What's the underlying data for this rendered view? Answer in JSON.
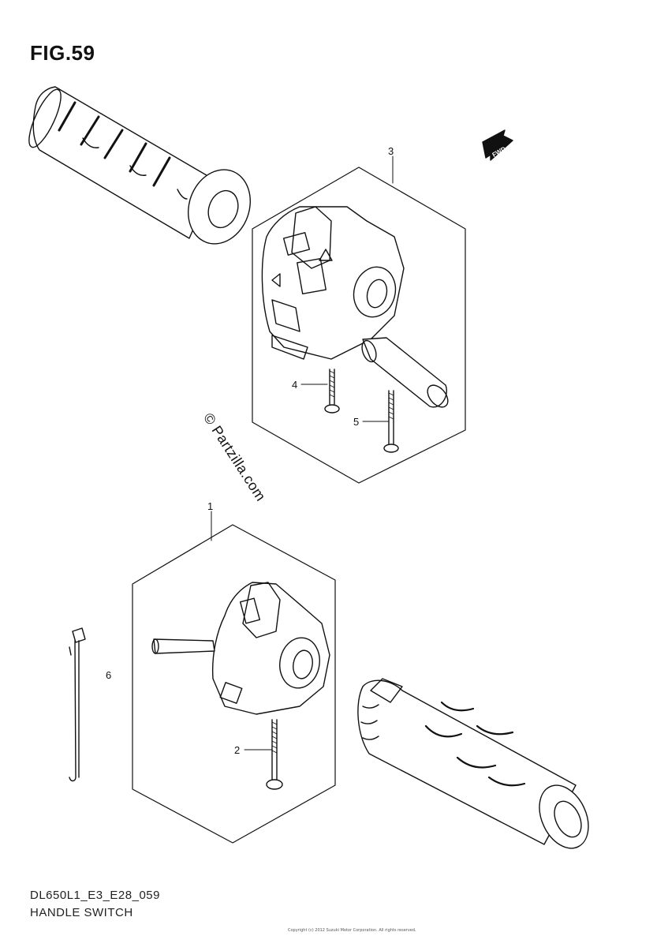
{
  "figure": {
    "title": "FIG.59"
  },
  "callouts": {
    "c1": "1",
    "c2": "2",
    "c3": "3",
    "c4": "4",
    "c5": "5",
    "c6": "6"
  },
  "fwd_label": "FWD",
  "watermark": "© Partzilla.com",
  "footer": {
    "model_code": "DL650L1_E3_E28_059",
    "section_name": "HANDLE SWITCH",
    "copyright": "Copyright (c) 2012 Suzuki Motor Corporation. All rights reserved."
  }
}
